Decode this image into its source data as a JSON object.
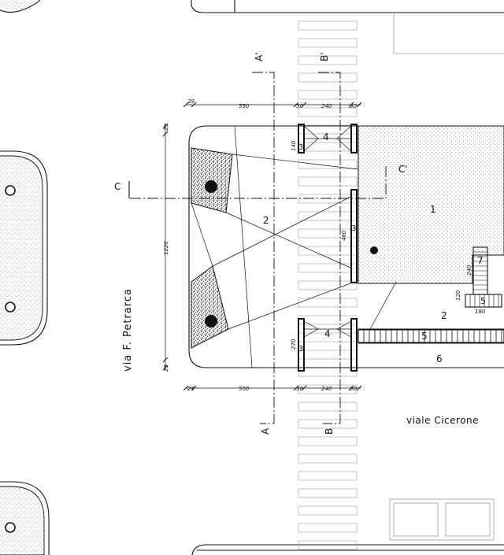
{
  "streets": {
    "left": "via F. Petrarca",
    "bottom": "viale Cicerone"
  },
  "section_marks": {
    "a_top": "A'",
    "b_top": "B'",
    "c_left": "C",
    "c_right": "C'",
    "a_bottom": "A",
    "b_bottom": "B"
  },
  "dimensions": {
    "top_row": [
      "29",
      "550",
      "30",
      "240",
      "30"
    ],
    "bottom_row": [
      "29",
      "550",
      "30",
      "240",
      "30"
    ],
    "vertical": [
      "29",
      "1220",
      "29"
    ],
    "small": {
      "upper_pier": "140",
      "lower_pier": "270",
      "central": "460",
      "stair_width": "180",
      "stair_h1": "240",
      "stair_h2": "120"
    }
  },
  "area_labels": {
    "n1": "1",
    "n2a": "2",
    "n2b": "2",
    "n3a": "3",
    "n3b": "3",
    "n3c": "3",
    "n4a": "4",
    "n4b": "4",
    "n5a": "5",
    "n5b": "5",
    "n6": "6",
    "n7": "7"
  }
}
